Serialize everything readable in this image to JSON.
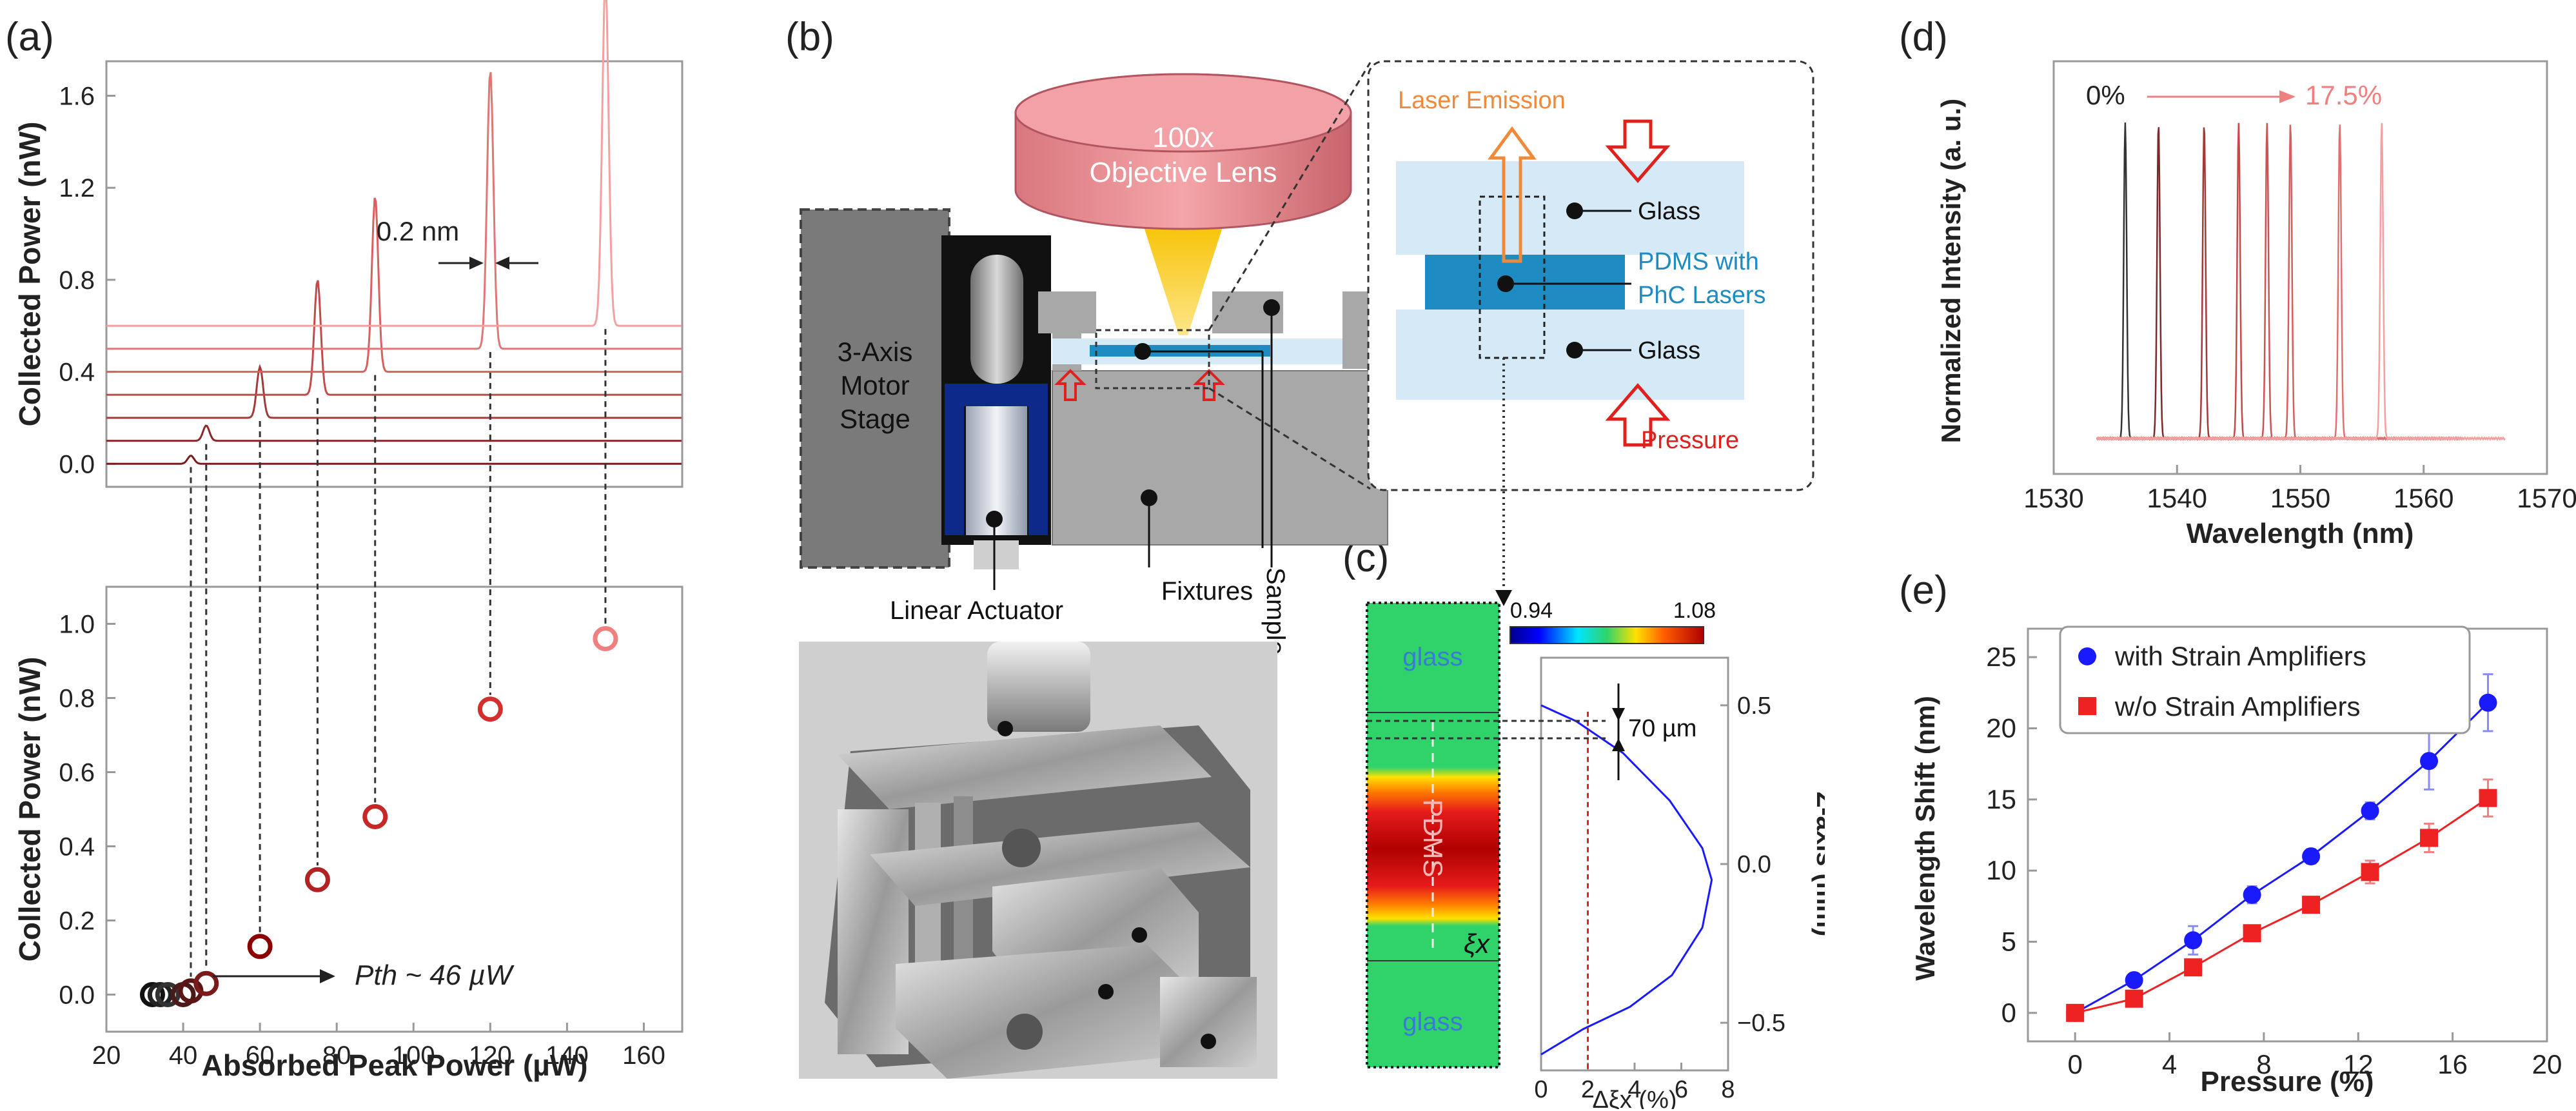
{
  "panels": {
    "a": "(a)",
    "b": "(b)",
    "c": "(c)",
    "d": "(d)",
    "e": "(e)"
  },
  "panel_b": {
    "objective_line1": "100x",
    "objective_line2": "Objective Lens",
    "motor_line1": "3-Axis",
    "motor_line2": "Motor",
    "motor_line3": "Stage",
    "linear_actuator": "Linear Actuator",
    "fixtures": "Fixtures",
    "sample": "Sample",
    "laser_emission": "Laser Emission",
    "glass_top": "Glass",
    "pdms_line1": "PDMS with",
    "pdms_line2": "PhC Lasers",
    "glass_bottom": "Glass",
    "pressure": "Pressure"
  },
  "panel_c": {
    "glass_top": "glass",
    "pdms": "PDMS",
    "glass_bottom": "glass",
    "xi": "ξx",
    "cbar_min": "0.94",
    "cbar_max": "1.08",
    "thickness": "70 µm"
  },
  "colors": {
    "dark_red": "#8b0000",
    "red": "#d23a3a",
    "pink": "#f08080",
    "blue": "#1a1aff",
    "square_red": "#ee2222",
    "orange": "#f08a3a",
    "pdms_blue": "#1e8bc3",
    "glass_blue": "#d6e9f7",
    "pressure_red": "#e0201c"
  },
  "chart_data": [
    {
      "type": "line",
      "id": "a-top",
      "xlabel": "",
      "ylabel": "Collected Power (nW)",
      "ylim": [
        -0.1,
        1.75
      ],
      "yticks": [
        "0.0",
        "0.4",
        "0.8",
        "1.2",
        "1.6"
      ],
      "annotation": "0.2 nm",
      "series": [
        {
          "offset": 0.0,
          "peak_x": 42,
          "peak_h": 0.01
        },
        {
          "offset": 0.1,
          "peak_x": 46,
          "peak_h": 0.03
        },
        {
          "offset": 0.2,
          "peak_x": 60,
          "peak_h": 0.13
        },
        {
          "offset": 0.3,
          "peak_x": 75,
          "peak_h": 0.31
        },
        {
          "offset": 0.4,
          "peak_x": 90,
          "peak_h": 0.48
        },
        {
          "offset": 0.5,
          "peak_x": 120,
          "peak_h": 0.77
        },
        {
          "offset": 0.6,
          "peak_x": 150,
          "peak_h": 0.96
        }
      ]
    },
    {
      "type": "scatter",
      "id": "a-bottom",
      "xlabel": "Absorbed Peak Power (µW)",
      "ylabel": "Collected Power (nW)",
      "xlim": [
        20,
        170
      ],
      "ylim": [
        -0.1,
        1.1
      ],
      "xticks": [
        "20",
        "40",
        "60",
        "80",
        "100",
        "120",
        "140",
        "160"
      ],
      "yticks": [
        "0.0",
        "0.2",
        "0.4",
        "0.6",
        "0.8",
        "1.0"
      ],
      "threshold_label": "Pth ~ 46 µW",
      "x": [
        32,
        34,
        36,
        40,
        42,
        46,
        60,
        75,
        90,
        120,
        150
      ],
      "y": [
        0.0,
        0.0,
        0.0,
        0.0,
        0.01,
        0.03,
        0.13,
        0.31,
        0.48,
        0.77,
        0.96
      ]
    },
    {
      "type": "line",
      "id": "c",
      "xlabel": "Δξx (%)",
      "ylabel": "Z-axis (mm)",
      "xlim": [
        0,
        8
      ],
      "ylim": [
        -0.65,
        0.65
      ],
      "xticks": [
        "0",
        "2",
        "4",
        "6",
        "8"
      ],
      "yticks": [
        "0.5",
        "0.0",
        "-0.5"
      ],
      "x": [
        0.0,
        1.5,
        3.5,
        5.5,
        6.9,
        7.3,
        6.9,
        5.6,
        3.8,
        1.8,
        0.0
      ],
      "y": [
        0.5,
        0.45,
        0.35,
        0.2,
        0.05,
        -0.05,
        -0.2,
        -0.35,
        -0.45,
        -0.52,
        -0.6
      ],
      "marker_x": 2
    },
    {
      "type": "line",
      "id": "d",
      "xlabel": "Wavelength (nm)",
      "ylabel": "Normalized Intensity (a. u.)",
      "xlim": [
        1530,
        1570
      ],
      "xticks": [
        "1530",
        "1540",
        "1550",
        "1560",
        "1570"
      ],
      "label_start": "0%",
      "label_end": "17.5%",
      "peaks": [
        1535.8,
        1538.5,
        1542.2,
        1545.0,
        1547.3,
        1549.2,
        1553.2,
        1556.6
      ]
    },
    {
      "type": "line",
      "id": "e",
      "xlabel": "Pressure (%)",
      "ylabel": "Wavelength Shift (nm)",
      "xlim": [
        -2,
        20
      ],
      "ylim": [
        -2,
        27
      ],
      "xticks": [
        "0",
        "4",
        "8",
        "12",
        "16",
        "20"
      ],
      "yticks": [
        "0",
        "5",
        "10",
        "15",
        "20",
        "25"
      ],
      "x": [
        0,
        2.5,
        5,
        7.5,
        10,
        12.5,
        15,
        17.5
      ],
      "series": [
        {
          "name": "with Strain Amplifiers",
          "values": [
            0.0,
            2.3,
            5.1,
            8.3,
            11.0,
            14.2,
            17.7,
            21.8
          ],
          "err": [
            0.3,
            0.4,
            1.0,
            0.6,
            0.5,
            0.6,
            2.0,
            2.0
          ]
        },
        {
          "name": "w/o Strain Amplifiers",
          "values": [
            0.0,
            1.0,
            3.2,
            5.6,
            7.6,
            9.9,
            12.3,
            15.1
          ],
          "err": [
            0.3,
            0.3,
            0.4,
            0.4,
            0.4,
            0.8,
            1.0,
            1.3
          ]
        }
      ]
    }
  ]
}
